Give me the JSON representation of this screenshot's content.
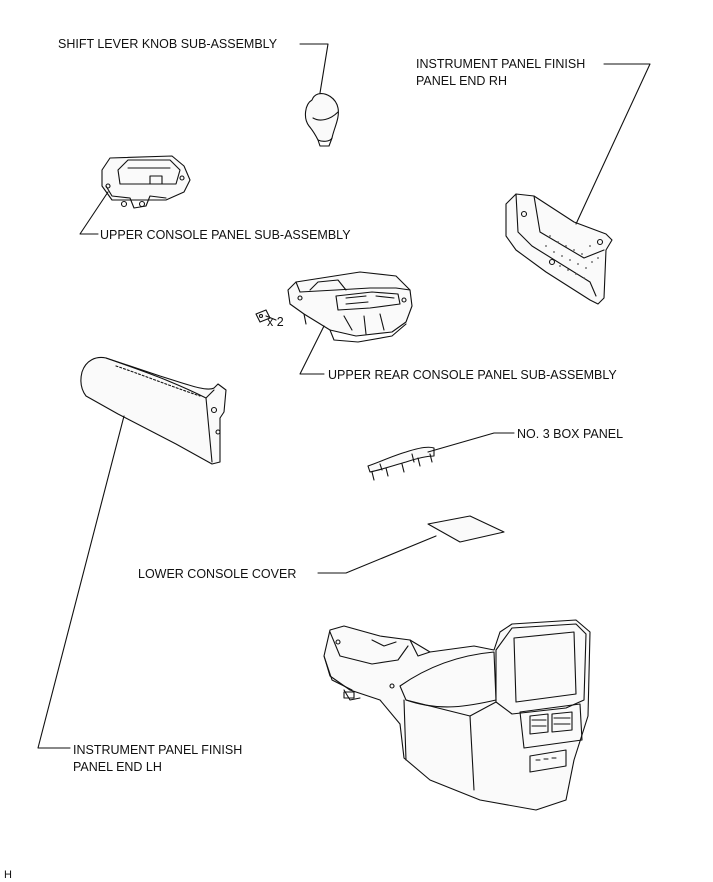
{
  "labels": {
    "shift_knob": "SHIFT LEVER KNOB SUB-ASSEMBLY",
    "ip_finish_rh_line1": "INSTRUMENT PANEL FINISH",
    "ip_finish_rh_line2": "PANEL END RH",
    "upper_console": "UPPER CONSOLE PANEL SUB-ASSEMBLY",
    "bolt_qty": "x 2",
    "upper_rear_console": "UPPER REAR CONSOLE PANEL SUB-ASSEMBLY",
    "no3_box_panel": "NO. 3 BOX PANEL",
    "lower_console_cover": "LOWER CONSOLE COVER",
    "ip_finish_lh_line1": "INSTRUMENT PANEL FINISH",
    "ip_finish_lh_line2": "PANEL END LH",
    "corner_code": "H"
  }
}
